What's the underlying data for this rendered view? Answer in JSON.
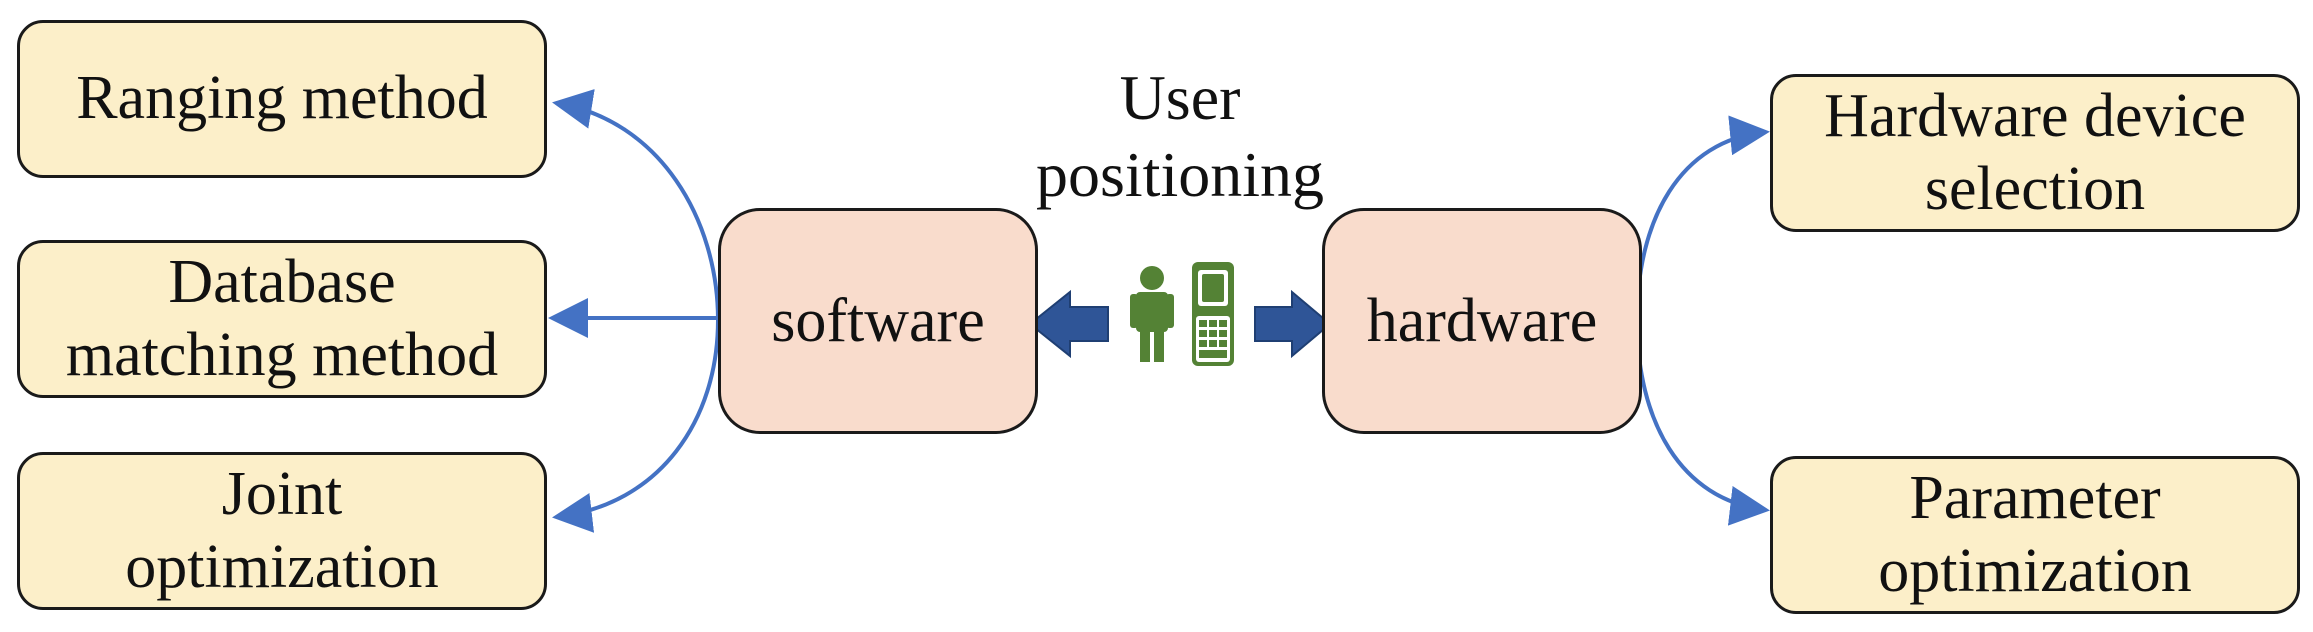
{
  "title": {
    "line1": "User",
    "line2": "positioning"
  },
  "center": {
    "software": "software",
    "hardware": "hardware"
  },
  "left_boxes": [
    {
      "lines": [
        "Ranging method"
      ]
    },
    {
      "lines": [
        "Database",
        "matching method"
      ]
    },
    {
      "lines": [
        "Joint",
        "optimization"
      ]
    }
  ],
  "right_boxes": [
    {
      "lines": [
        "Hardware device",
        "selection"
      ]
    },
    {
      "lines": [
        "Parameter",
        "optimization"
      ]
    }
  ],
  "colors": {
    "leaf_fill": "#fcefc9",
    "center_fill": "#f9dccc",
    "connector": "#4472c4",
    "block_arrow": "#2f5597",
    "user_icon": "#548235"
  },
  "icons": [
    "person-icon",
    "mobile-phone-icon"
  ]
}
